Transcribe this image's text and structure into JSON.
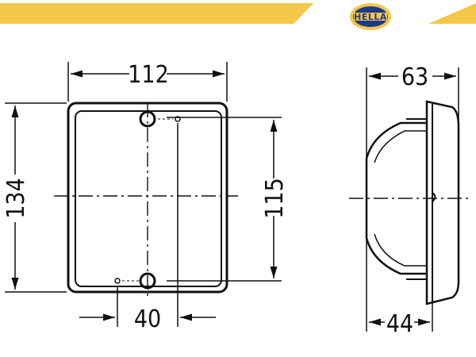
{
  "brand": {
    "name": "HELLA",
    "colors": {
      "banner": "#f3c74a",
      "logo_ring": "#f3c74a",
      "logo_fill": "#1d3b8c",
      "ink": "#111111"
    }
  },
  "dimensions": {
    "front_width": "112",
    "front_height_outer": "134",
    "front_height_inner": "115",
    "hole_spacing": "40",
    "side_depth_total": "63",
    "side_depth_body": "44"
  },
  "icons": {
    "logo": "hella-logo-icon"
  }
}
